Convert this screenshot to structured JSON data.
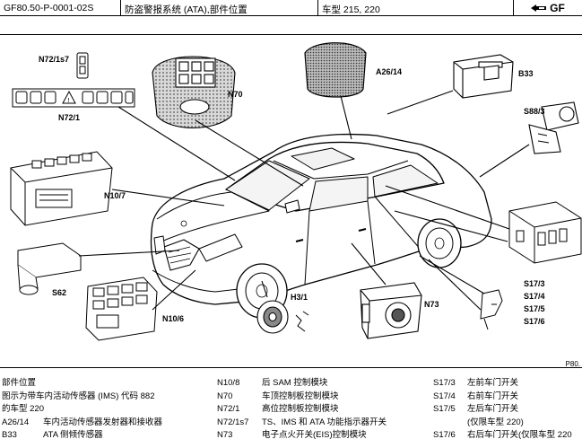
{
  "header": {
    "doc_id": "GF80.50-P-0001-02S",
    "title": "防盗警报系统 (ATA),部件位置",
    "model": "车型 215, 220",
    "logo_text": "GF"
  },
  "diagram": {
    "callouts": {
      "n72_1s7": "N72/1s7",
      "n72_1": "N72/1",
      "n70": "N70",
      "a26_14": "A26/14",
      "b33": "B33",
      "s88_3": "S88/3",
      "n10_7": "N10/7",
      "s62": "S62",
      "n10_6": "N10/6",
      "h3_1": "H3/1",
      "n73": "N73",
      "s17_3": "S17/3",
      "s17_4": "S17/4",
      "s17_5": "S17/5",
      "s17_6": "S17/6"
    },
    "figure_ref": "P80.",
    "icons": [
      "car-illustration",
      "overhead-panel-icon",
      "sensor-module-icon",
      "alarm-siren-icon",
      "fuse-box-icon",
      "horn-icon",
      "ignition-switch-icon",
      "door-switch-icon",
      "trunk-switch-icon",
      "hood-switch-icon",
      "gf-logo-icon"
    ]
  },
  "legend": {
    "col1": [
      {
        "code": "",
        "text": "部件位置"
      },
      {
        "code": "",
        "text": "图示为带车内活动传感器 (IMS) 代码 882"
      },
      {
        "code": "",
        "text": "的车型 220"
      },
      {
        "code": "A26/14",
        "text": "车内活动传感器发射器和接收器"
      },
      {
        "code": "B33",
        "text": "ATA 侧倾传感器"
      }
    ],
    "col2": [
      {
        "code": "N10/8",
        "text": "后 SAM 控制模块"
      },
      {
        "code": "N70",
        "text": "车顶控制板控制模块"
      },
      {
        "code": "N72/1",
        "text": "高位控制板控制模块"
      },
      {
        "code": "N72/1s7",
        "text": "TS、IMS 和 ATA 功能指示器开关"
      },
      {
        "code": "N73",
        "text": "电子点火开关(EIS)控制模块"
      }
    ],
    "col3": [
      {
        "code": "S17/3",
        "text": "左前车门开关"
      },
      {
        "code": "S17/4",
        "text": "右前车门开关"
      },
      {
        "code": "S17/5",
        "text": "左后车门开关"
      },
      {
        "code": "",
        "text": "(仅限车型 220)"
      },
      {
        "code": "S17/6",
        "text": "右后车门开关(仅限车型 220"
      }
    ]
  }
}
